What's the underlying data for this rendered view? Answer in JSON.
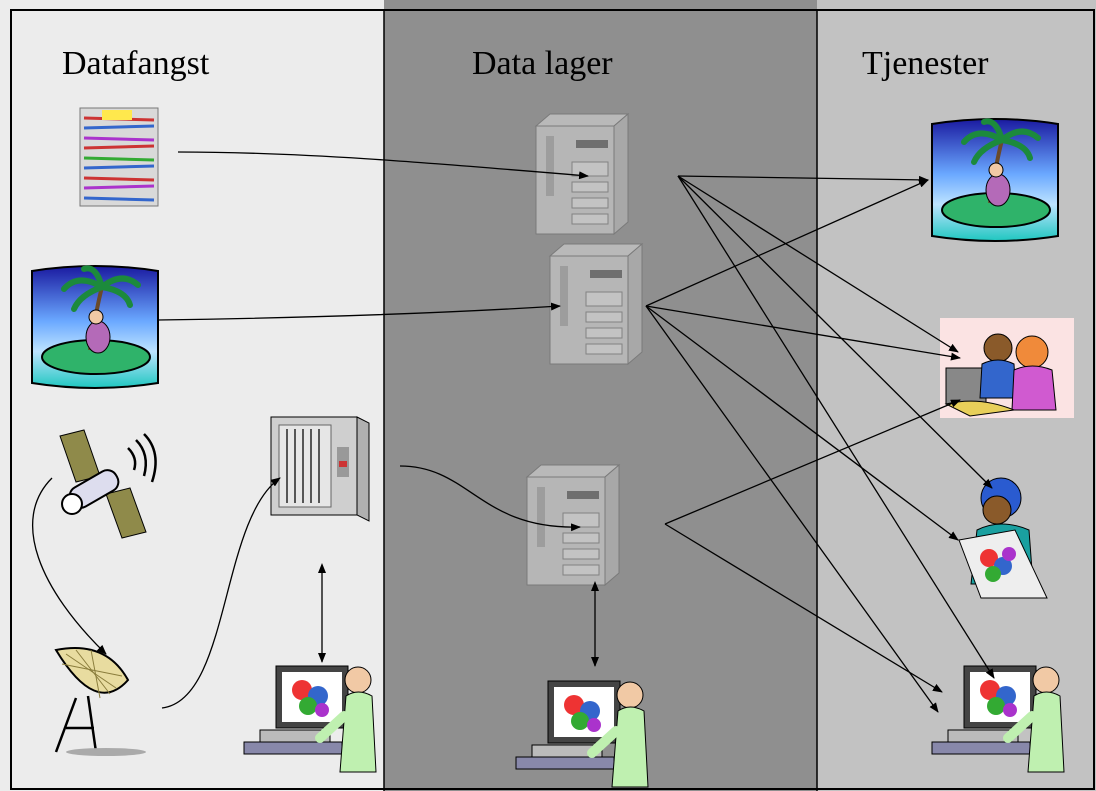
{
  "columns": [
    {
      "title": "Datafangst",
      "bg": "#ececec"
    },
    {
      "title": "Data lager",
      "bg": "#8f8f8f"
    },
    {
      "title": "Tjenester",
      "bg": "#c2c2c2"
    }
  ],
  "nodes": {
    "capture": [
      "paper-stack-icon",
      "island-icon",
      "satellite-icon",
      "satellite-dish-icon",
      "rack-server-icon",
      "workstation-icon"
    ],
    "storage": [
      "server-tower-icon",
      "server-tower-icon",
      "server-tower-icon",
      "workstation-icon"
    ],
    "services": [
      "island-icon",
      "meeting-people-icon",
      "map-worker-icon",
      "workstation-icon"
    ]
  },
  "colors": {
    "border": "#000000",
    "arrow": "#000000"
  }
}
